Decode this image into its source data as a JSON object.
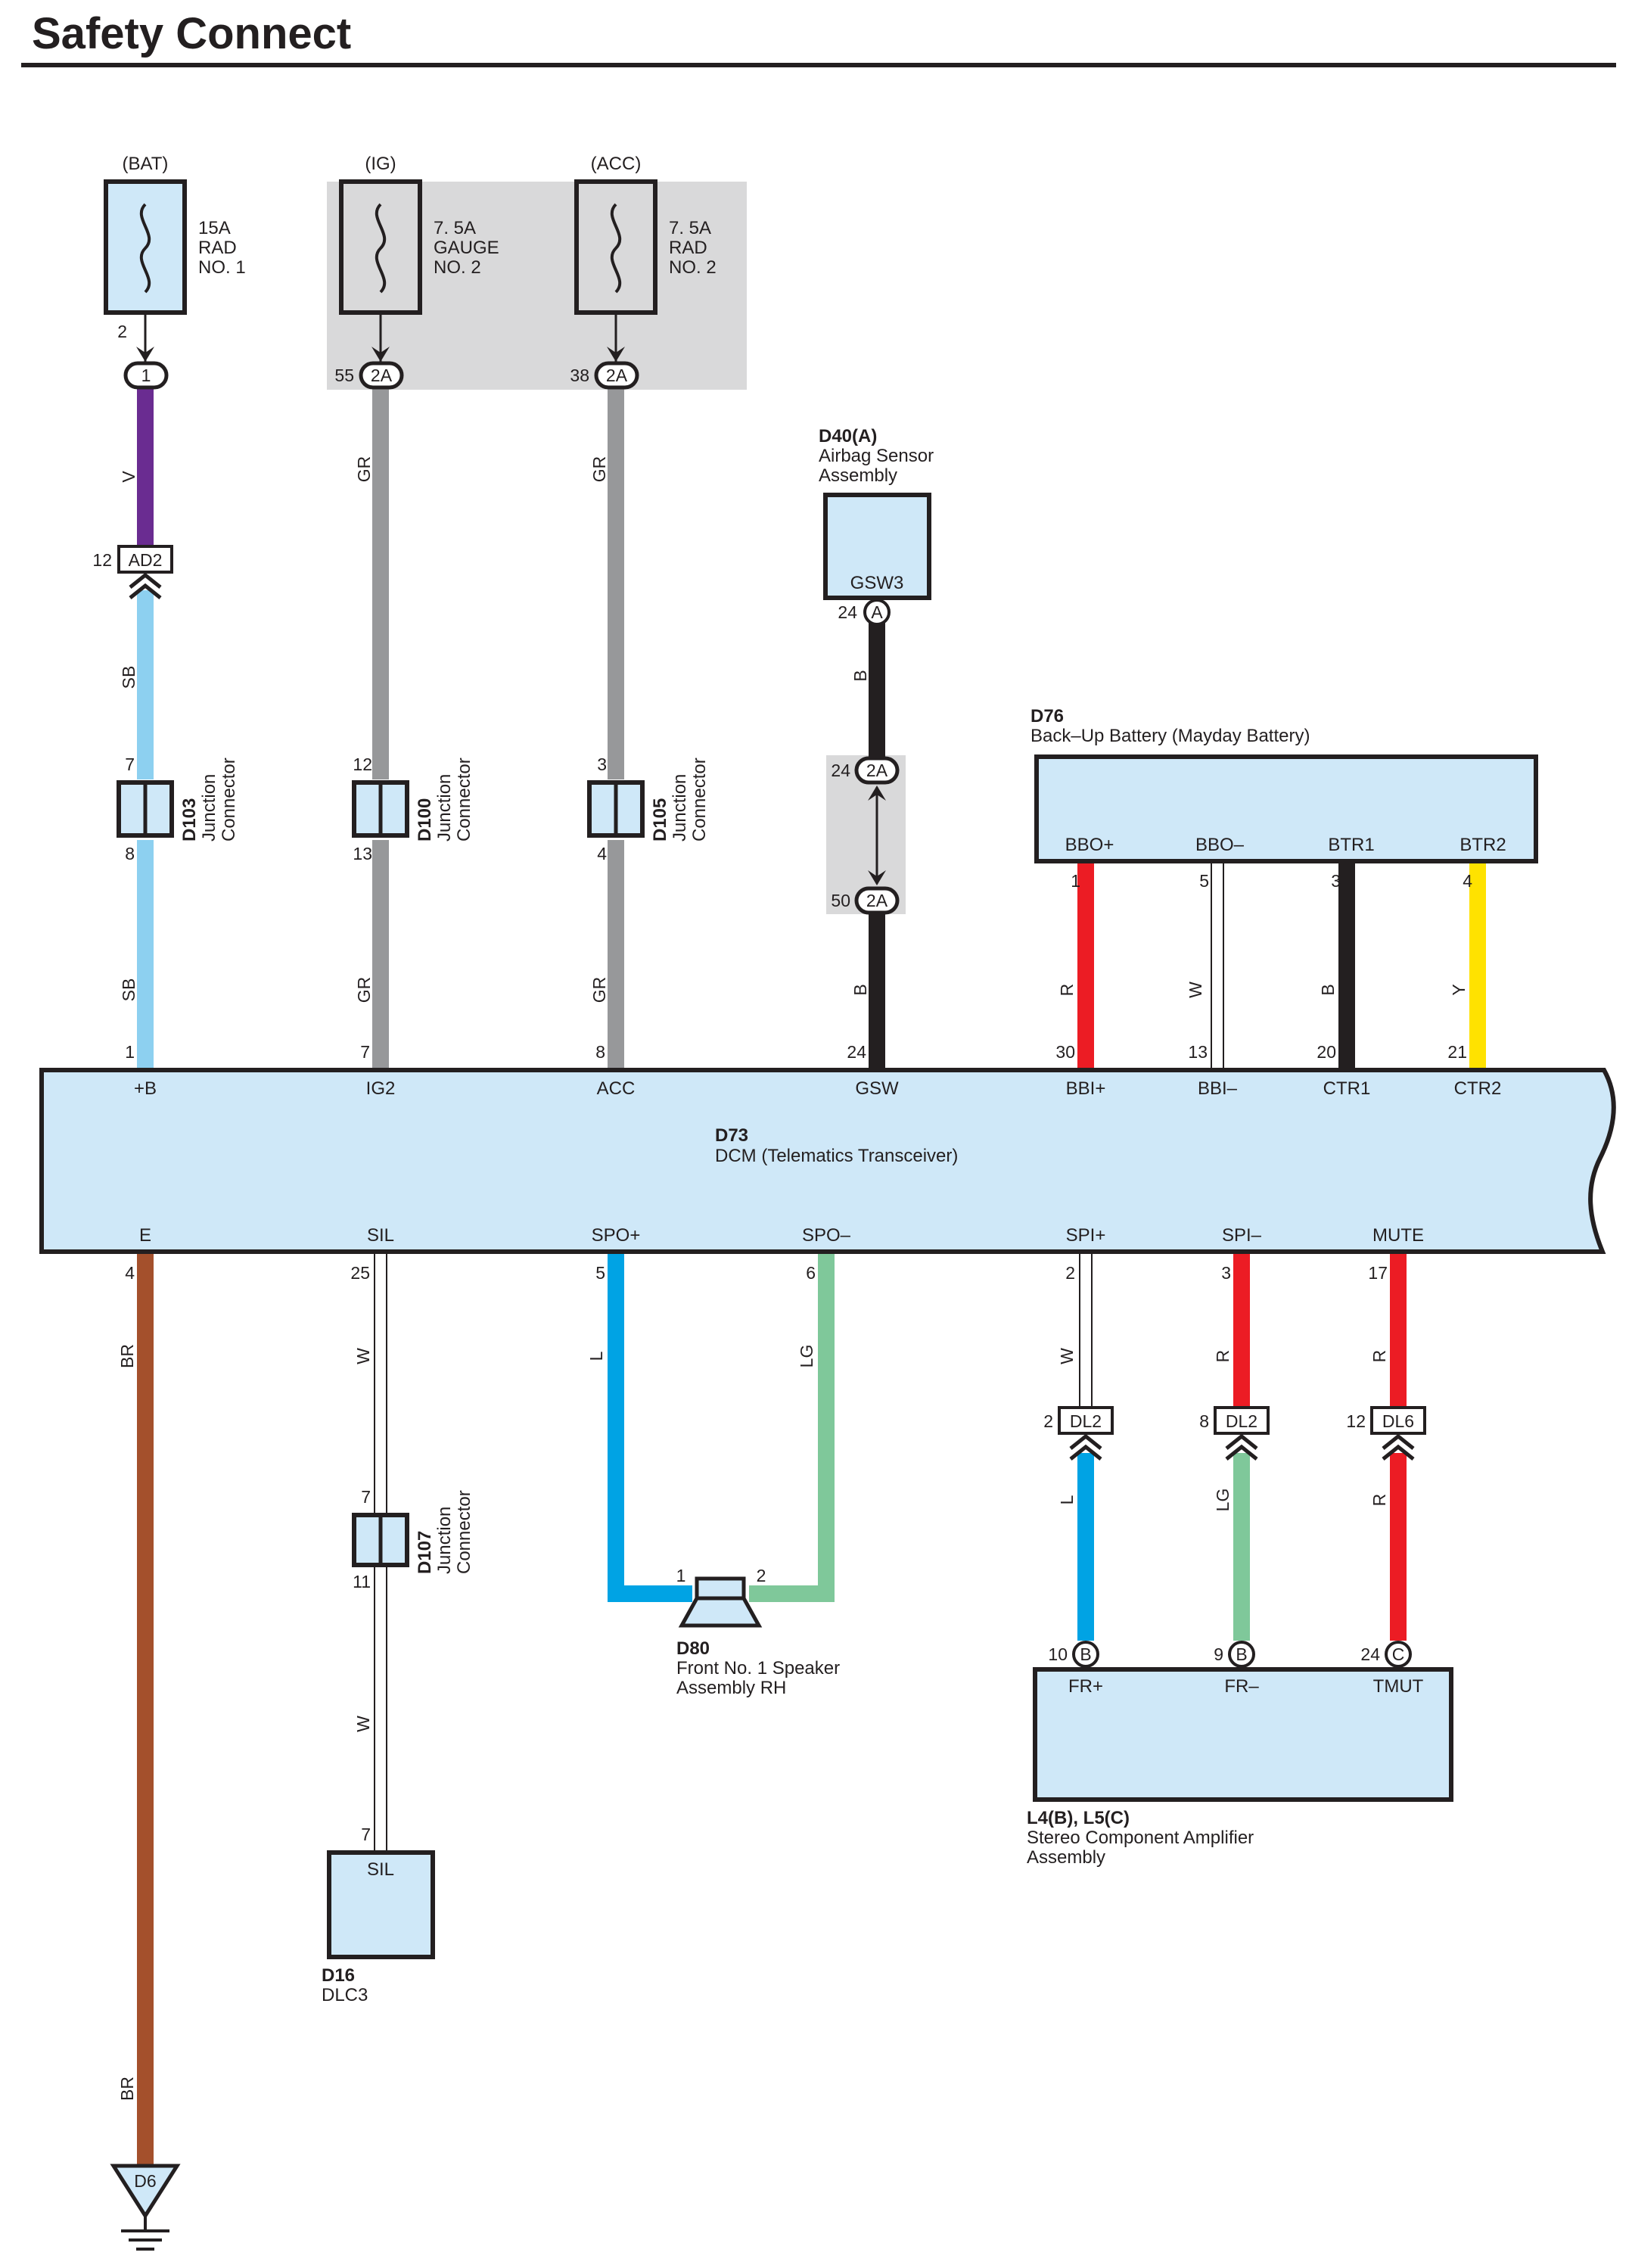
{
  "title": "Safety Connect",
  "colors": {
    "box_fill": "#cfe8f8",
    "shade": "#d9d9da",
    "V": "#6a2c91",
    "SB": "#8dd0f0",
    "GR": "#97989a",
    "B": "#231f20",
    "R": "#ec1c24",
    "W": "#ffffff",
    "Y": "#ffe200",
    "BR": "#a4502c",
    "L": "#00a3e4",
    "LG": "#7fc89a"
  },
  "fuses": [
    {
      "source": "(BAT)",
      "lines": [
        "15A",
        "RAD",
        "NO. 1"
      ],
      "terminal": "2",
      "connector": "1",
      "conn_pin": ""
    },
    {
      "source": "(IG)",
      "lines": [
        "7. 5A",
        "GAUGE",
        "NO. 2"
      ],
      "terminal": "",
      "connector": "2A",
      "conn_pin": "55"
    },
    {
      "source": "(ACC)",
      "lines": [
        "7. 5A",
        "RAD",
        "NO. 2"
      ],
      "terminal": "",
      "connector": "2A",
      "conn_pin": "38"
    }
  ],
  "inline_connectors": {
    "ad2": {
      "pin": "12",
      "name": "AD2"
    },
    "dl2_a": {
      "pin": "2",
      "name": "DL2"
    },
    "dl2_b": {
      "pin": "8",
      "name": "DL2"
    },
    "dl6": {
      "pin": "12",
      "name": "DL6"
    },
    "gsw_a": {
      "pin": "24",
      "name": "A"
    },
    "gsw_2a_top": {
      "pin": "24",
      "name": "2A"
    },
    "gsw_2a_bottom": {
      "pin": "50",
      "name": "2A"
    },
    "amp_fr_plus": {
      "pin": "10",
      "name": "B"
    },
    "amp_fr_minus": {
      "pin": "9",
      "name": "B"
    },
    "amp_tmut": {
      "pin": "24",
      "name": "C"
    }
  },
  "junction_connectors": [
    {
      "id": "D103",
      "desc": [
        "Junction",
        "Connector"
      ],
      "top_pin": "7",
      "bottom_pin": "8"
    },
    {
      "id": "D100",
      "desc": [
        "Junction",
        "Connector"
      ],
      "top_pin": "12",
      "bottom_pin": "13"
    },
    {
      "id": "D105",
      "desc": [
        "Junction",
        "Connector"
      ],
      "top_pin": "3",
      "bottom_pin": "4"
    },
    {
      "id": "D107",
      "desc": [
        "Junction",
        "Connector"
      ],
      "top_pin": "7",
      "bottom_pin": "11"
    }
  ],
  "airbag": {
    "id": "D40(A)",
    "desc": [
      "Airbag Sensor",
      "Assembly"
    ],
    "terminal": "GSW3"
  },
  "backup_battery": {
    "id": "D76",
    "desc": "Back–Up Battery (Mayday Battery)",
    "terminals": [
      {
        "name": "BBO+",
        "pin": "1"
      },
      {
        "name": "BBO–",
        "pin": "5"
      },
      {
        "name": "BTR1",
        "pin": "3"
      },
      {
        "name": "BTR2",
        "pin": "4"
      }
    ]
  },
  "dcm": {
    "id": "D73",
    "desc": "DCM (Telematics Transceiver)",
    "top_terminals": [
      {
        "name": "+B",
        "pin": "1"
      },
      {
        "name": "IG2",
        "pin": "7"
      },
      {
        "name": "ACC",
        "pin": "8"
      },
      {
        "name": "GSW",
        "pin": "24"
      },
      {
        "name": "BBI+",
        "pin": "30"
      },
      {
        "name": "BBI–",
        "pin": "13"
      },
      {
        "name": "CTR1",
        "pin": "20"
      },
      {
        "name": "CTR2",
        "pin": "21"
      }
    ],
    "bottom_terminals": [
      {
        "name": "E",
        "pin": "4"
      },
      {
        "name": "SIL",
        "pin": "25"
      },
      {
        "name": "SPO+",
        "pin": "5"
      },
      {
        "name": "SPO–",
        "pin": "6"
      },
      {
        "name": "SPI+",
        "pin": "2"
      },
      {
        "name": "SPI–",
        "pin": "3"
      },
      {
        "name": "MUTE",
        "pin": "17"
      }
    ]
  },
  "wire_codes": {
    "v": "V",
    "sb": "SB",
    "gr": "GR",
    "b": "B",
    "r": "R",
    "w": "W",
    "y": "Y",
    "br": "BR",
    "l": "L",
    "lg": "LG"
  },
  "speaker": {
    "id": "D80",
    "desc": [
      "Front No.  1 Speaker",
      "Assembly RH"
    ],
    "pin1": "1",
    "pin2": "2"
  },
  "dlc": {
    "id": "D16",
    "desc": "DLC3",
    "terminal": "SIL",
    "pin": "7"
  },
  "amplifier": {
    "id": "L4(B), L5(C)",
    "desc": [
      "Stereo Component Amplifier",
      "Assembly"
    ],
    "terminals": [
      "FR+",
      "FR–",
      "TMUT"
    ]
  },
  "ground": {
    "id": "D6"
  }
}
